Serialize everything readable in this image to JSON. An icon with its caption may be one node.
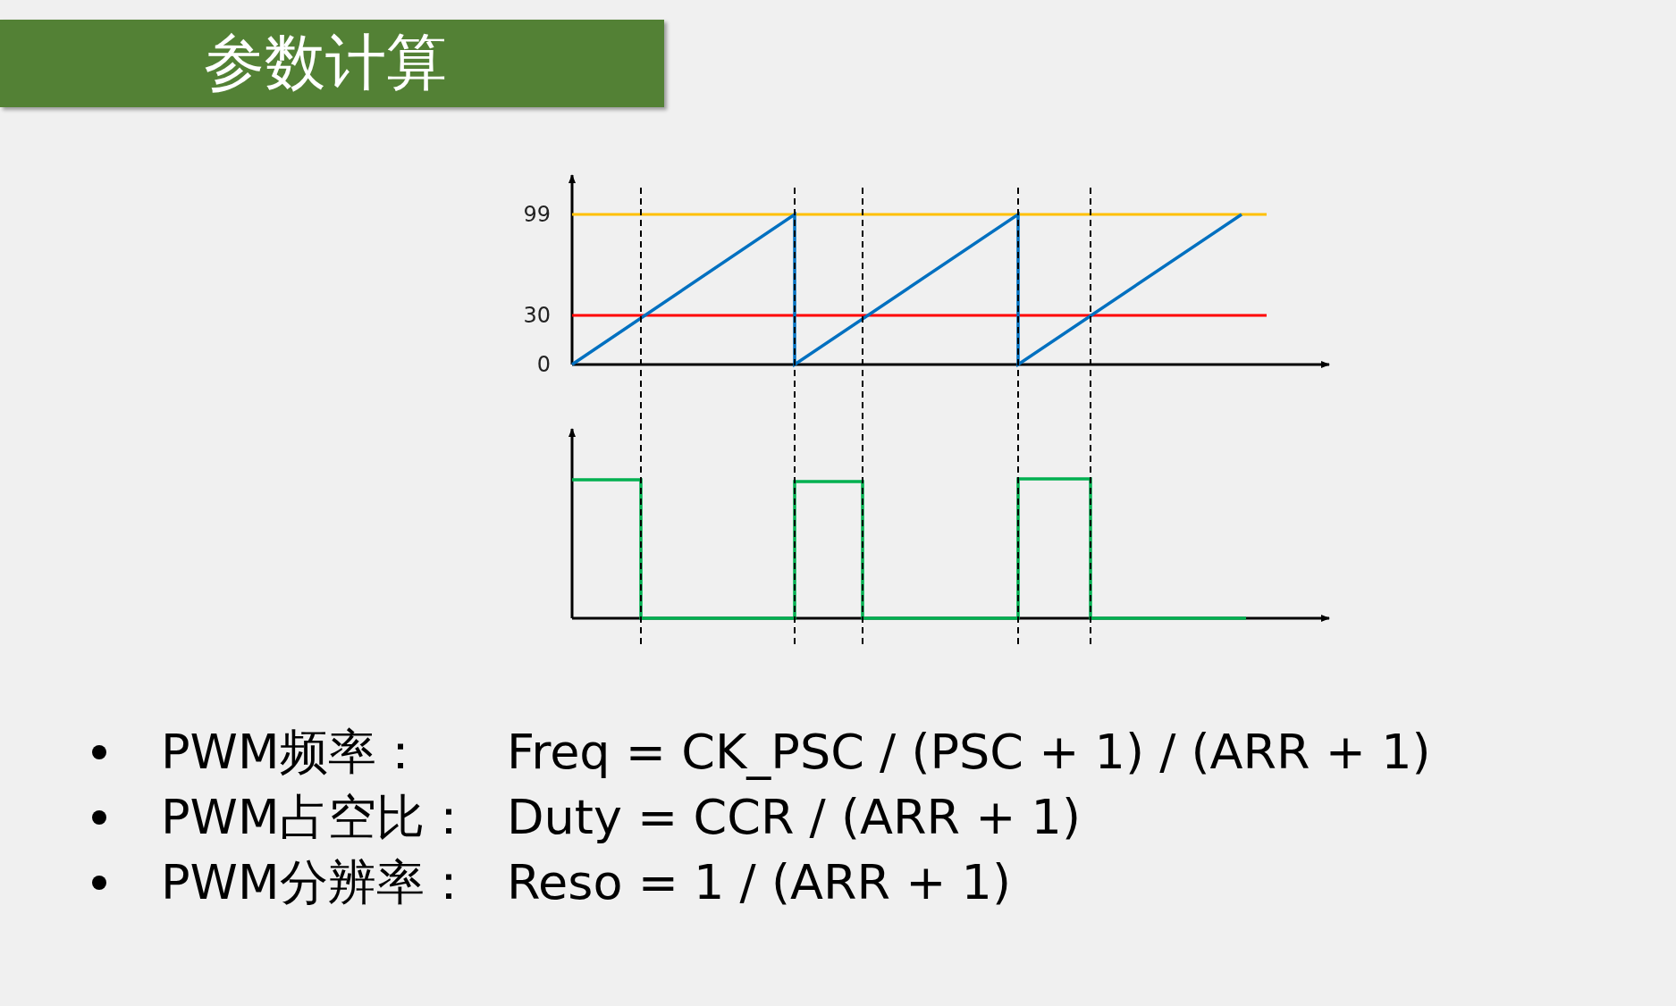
{
  "diagram": {
    "title": "参数计算",
    "labels": [
      "99",
      "30",
      "0",
      "PWM频率：",
      "Freq = CK_PSC / (PSC + 1) / (ARR + 1)",
      "PWM占空比：",
      "Duty = CCR / (ARR + 1)",
      "PWM分辨率：",
      "Reso = 1 / (ARR + 1)"
    ]
  }
}
